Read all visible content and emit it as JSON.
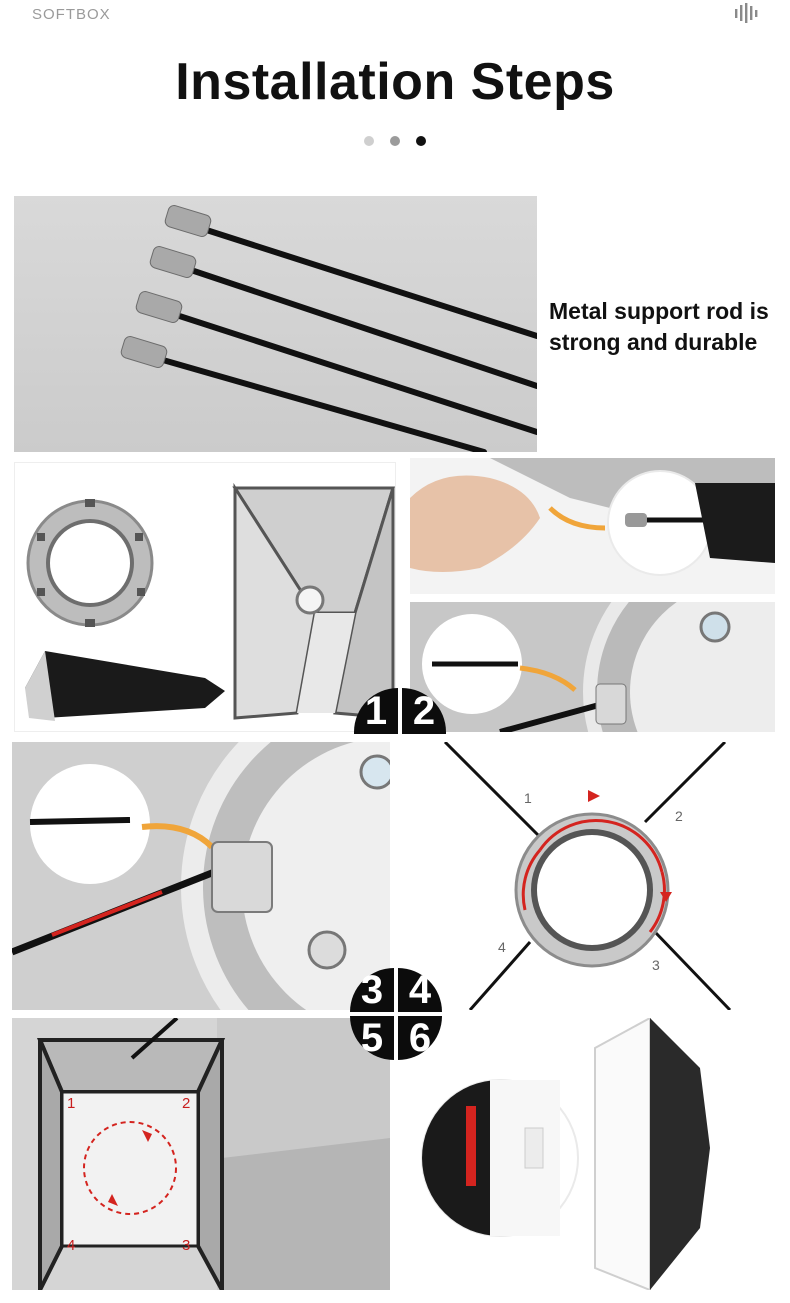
{
  "header": {
    "brand": "SOFTBOX",
    "menu_icon": "sound-bars-icon"
  },
  "title": "Installation Steps",
  "pagination": {
    "dots": [
      {
        "color": "#cfcfcf"
      },
      {
        "color": "#9b9b9b"
      },
      {
        "color": "#111111"
      }
    ]
  },
  "rod_section": {
    "caption_line1": "Metal support rod is",
    "caption_line2": "strong and durable"
  },
  "steps": {
    "s1": "1",
    "s2": "2",
    "s3": "3",
    "s4": "4",
    "s5": "5",
    "s6": "6"
  },
  "ring_order": [
    "1",
    "2",
    "3",
    "4"
  ],
  "corner_order": [
    "1",
    "2",
    "3",
    "4"
  ],
  "colors": {
    "accent_red": "#d4241f",
    "arrow_orange": "#f0a53a",
    "panel_gray": "#d6d6d6"
  }
}
